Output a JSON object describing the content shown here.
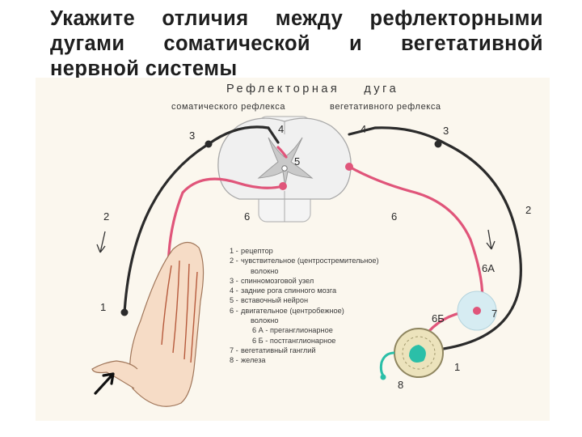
{
  "slide": {
    "title_lines": [
      "Укажите отличия между рефлекторными",
      "дугами соматической и вегетативной",
      "нервной системы"
    ]
  },
  "figure": {
    "header": {
      "line1_left": "Рефлекторная",
      "line1_right": "дуга",
      "line2_left": "соматического рефлекса",
      "line2_right": "вегетативного рефлекса"
    },
    "numbers": {
      "n1_left": "1",
      "n1_right": "1",
      "n2_left": "2",
      "n2_right": "2",
      "n3_left": "3",
      "n3_right": "3",
      "n4_left": "4",
      "n4_right": "4",
      "n5": "5",
      "n6_left": "6",
      "n6_right": "6",
      "n6a": "6А",
      "n6b": "6Б",
      "n7": "7",
      "n8": "8"
    },
    "legend": [
      {
        "key": "1 -",
        "text": "рецептор",
        "style": "row"
      },
      {
        "key": "2 -",
        "text": "чувствительное (центростремительное)",
        "style": "row"
      },
      {
        "key": "",
        "text": "волокно",
        "style": "cont"
      },
      {
        "key": "3 -",
        "text": "спинномозговой узел",
        "style": "row"
      },
      {
        "key": "4 -",
        "text": "задние рога спинного мозга",
        "style": "row"
      },
      {
        "key": "5 -",
        "text": "вставочный нейрон",
        "style": "row"
      },
      {
        "key": "6 -",
        "text": "двигательное (центробежное)",
        "style": "row"
      },
      {
        "key": "",
        "text": "волокно",
        "style": "cont"
      },
      {
        "key": "",
        "text": "6 А - преганглионарное",
        "style": "sub"
      },
      {
        "key": "",
        "text": "6 Б - постганглионарное",
        "style": "sub"
      },
      {
        "key": "7 -",
        "text": "вегетативный ганглий",
        "style": "row"
      },
      {
        "key": "8 -",
        "text": "железа",
        "style": "row"
      }
    ]
  },
  "colors": {
    "sensory_fiber": "#2b2b2b",
    "motor_fiber": "#e0557a",
    "gland": "#2bbfa8",
    "muscle": "#f2b48a",
    "background": "#fbf7ee"
  }
}
